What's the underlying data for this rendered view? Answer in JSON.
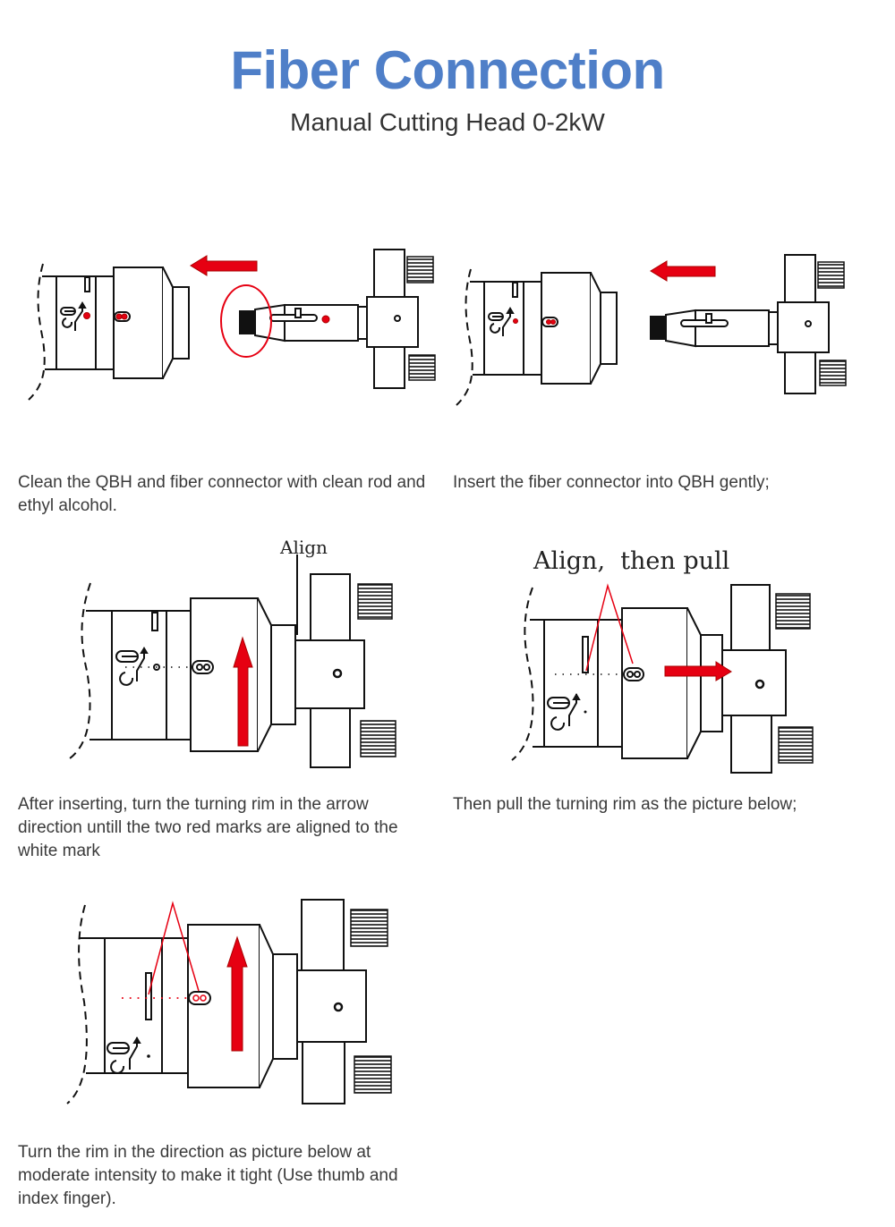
{
  "header": {
    "title": "Fiber Connection",
    "subtitle": "Manual Cutting Head 0-2kW"
  },
  "steps": [
    {
      "caption": "Clean the QBH and fiber connector with clean rod and ethyl alcohol."
    },
    {
      "caption": "Insert the fiber connector into QBH gently;"
    },
    {
      "caption": "After inserting, turn the turning rim in the arrow direction untill the two red marks are aligned to the white mark",
      "label": "Align"
    },
    {
      "caption": "Then pull the turning rim as the picture below;",
      "label": "Align,  then pull"
    },
    {
      "caption": "Turn the rim in the direction as picture below at moderate intensity to make it tight (Use thumb and index finger)."
    }
  ],
  "colors": {
    "title": "#4f7fc8",
    "accent": "#e60012"
  }
}
